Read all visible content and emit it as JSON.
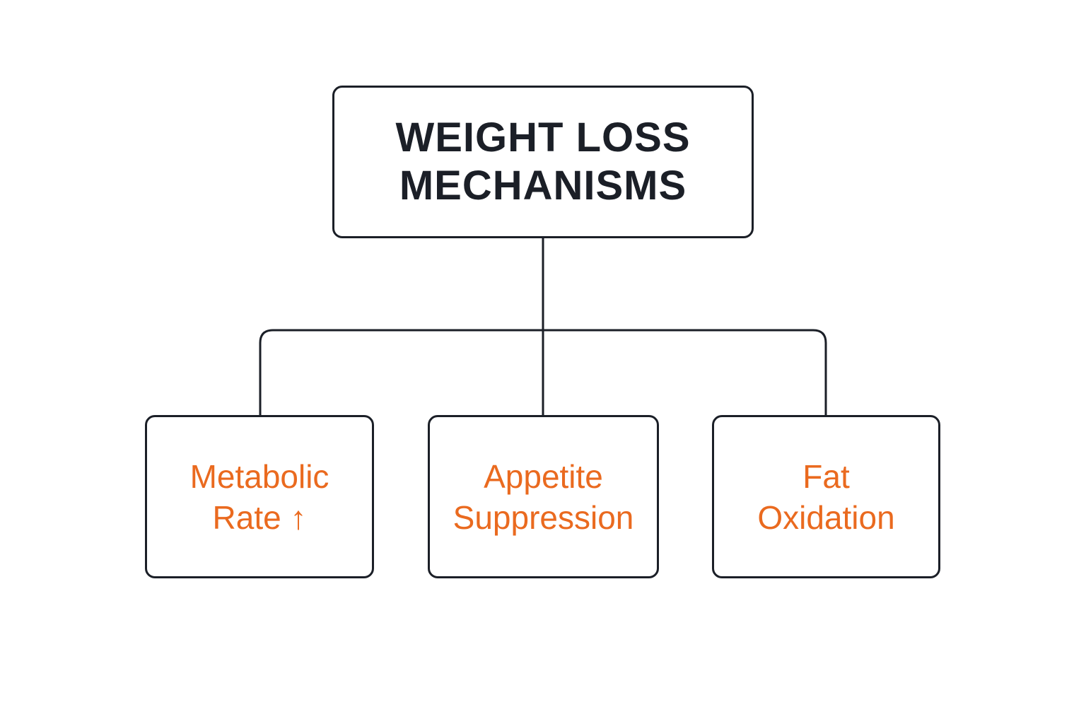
{
  "colors": {
    "stroke": "#1b1f27",
    "title_text": "#1b1f27",
    "accent_text": "#ea6a1f",
    "background": "#ffffff"
  },
  "root": {
    "lines": [
      "WEIGHT LOSS",
      "MECHANISMS"
    ]
  },
  "children": [
    {
      "id": "metabolic",
      "lines": [
        "Metabolic",
        "Rate ↑"
      ]
    },
    {
      "id": "appetite",
      "lines": [
        "Appetite",
        "Suppression"
      ]
    },
    {
      "id": "fat",
      "lines": [
        "Fat",
        "Oxidation"
      ]
    }
  ]
}
